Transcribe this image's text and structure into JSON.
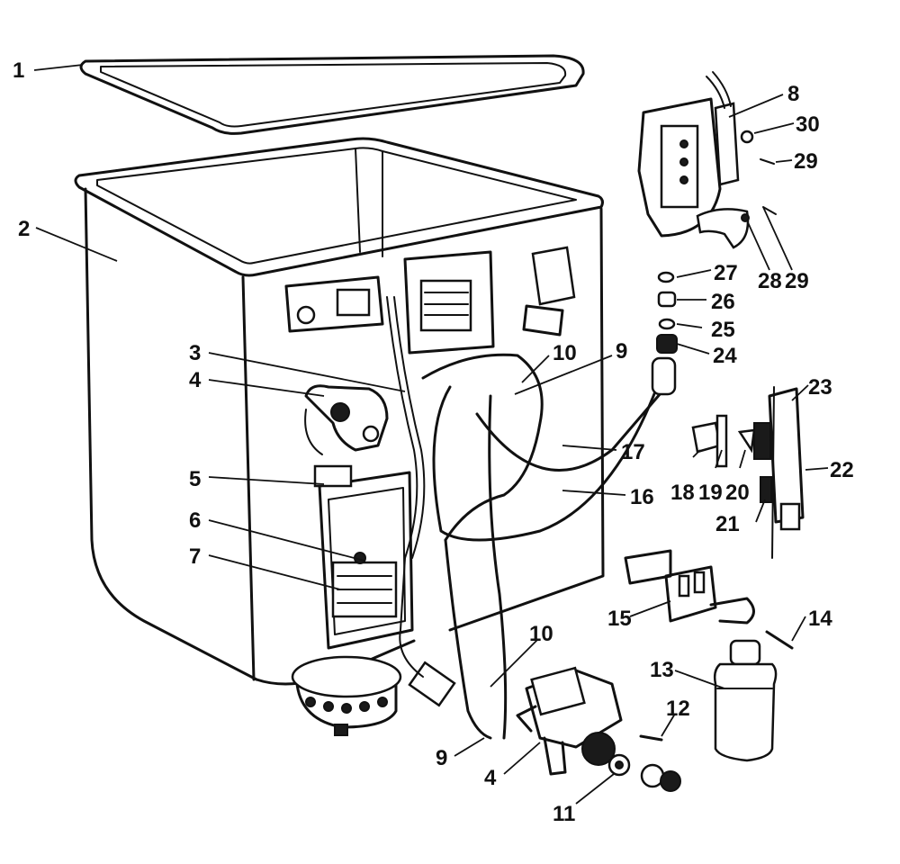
{
  "callouts": [
    {
      "id": "c1",
      "text": "1"
    },
    {
      "id": "c2",
      "text": "2"
    },
    {
      "id": "c3",
      "text": "3"
    },
    {
      "id": "c4a",
      "text": "4"
    },
    {
      "id": "c4b",
      "text": "4"
    },
    {
      "id": "c5",
      "text": "5"
    },
    {
      "id": "c6",
      "text": "6"
    },
    {
      "id": "c7",
      "text": "7"
    },
    {
      "id": "c8",
      "text": "8"
    },
    {
      "id": "c9a",
      "text": "9"
    },
    {
      "id": "c9b",
      "text": "9"
    },
    {
      "id": "c10a",
      "text": "10"
    },
    {
      "id": "c10b",
      "text": "10"
    },
    {
      "id": "c11",
      "text": "11"
    },
    {
      "id": "c12",
      "text": "12"
    },
    {
      "id": "c13",
      "text": "13"
    },
    {
      "id": "c14",
      "text": "14"
    },
    {
      "id": "c15",
      "text": "15"
    },
    {
      "id": "c16",
      "text": "16"
    },
    {
      "id": "c17",
      "text": "17"
    },
    {
      "id": "c18",
      "text": "18"
    },
    {
      "id": "c19",
      "text": "19"
    },
    {
      "id": "c20",
      "text": "20"
    },
    {
      "id": "c21",
      "text": "21"
    },
    {
      "id": "c22",
      "text": "22"
    },
    {
      "id": "c23",
      "text": "23"
    },
    {
      "id": "c24",
      "text": "24"
    },
    {
      "id": "c25",
      "text": "25"
    },
    {
      "id": "c26",
      "text": "26"
    },
    {
      "id": "c27",
      "text": "27"
    },
    {
      "id": "c28",
      "text": "28"
    },
    {
      "id": "c29a",
      "text": "29"
    },
    {
      "id": "c29b",
      "text": "29"
    },
    {
      "id": "c30",
      "text": "30"
    }
  ]
}
